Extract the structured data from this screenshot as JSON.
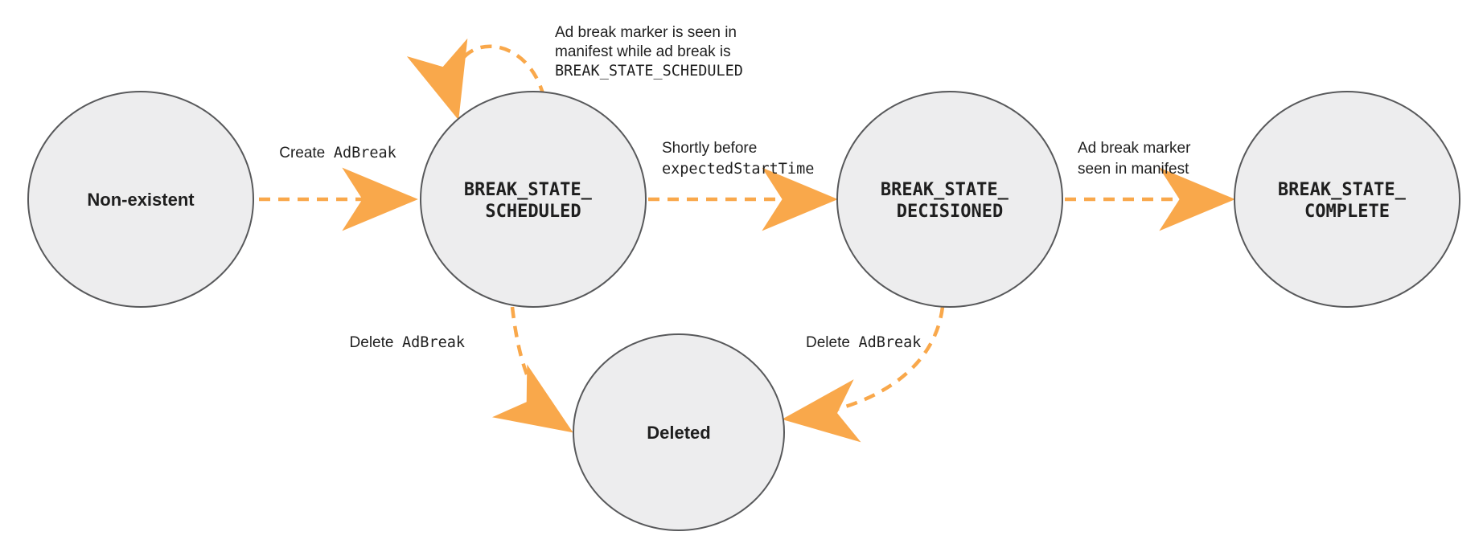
{
  "theme": {
    "background": "#ffffff",
    "node_fill": "#ededee",
    "node_stroke": "#58595b",
    "arrow_color": "#f9a84b",
    "text_color": "#1f1f1f"
  },
  "nodes": {
    "non_existent": {
      "label": "Non-existent"
    },
    "scheduled": {
      "label_line1": "BREAK_STATE_",
      "label_line2": "SCHEDULED"
    },
    "decisioned": {
      "label_line1": "BREAK_STATE_",
      "label_line2": "DECISIONED"
    },
    "complete": {
      "label_line1": "BREAK_STATE_",
      "label_line2": "COMPLETE"
    },
    "deleted": {
      "label": "Deleted"
    }
  },
  "edges": {
    "create_adbreak": {
      "text_plain": "Create ",
      "text_code": "AdBreak"
    },
    "self_loop": {
      "line1": "Ad break marker is seen in",
      "line2": "manifest while ad break is",
      "line3_code": "BREAK_STATE_SCHEDULED"
    },
    "to_decisioned": {
      "line1": "Shortly before",
      "line2_code": "expectedStartTime"
    },
    "to_complete": {
      "line1": "Ad break marker",
      "line2": "seen in manifest"
    },
    "delete_left": {
      "text_plain": "Delete ",
      "text_code": "AdBreak"
    },
    "delete_right": {
      "text_plain": "Delete ",
      "text_code": "AdBreak"
    }
  }
}
